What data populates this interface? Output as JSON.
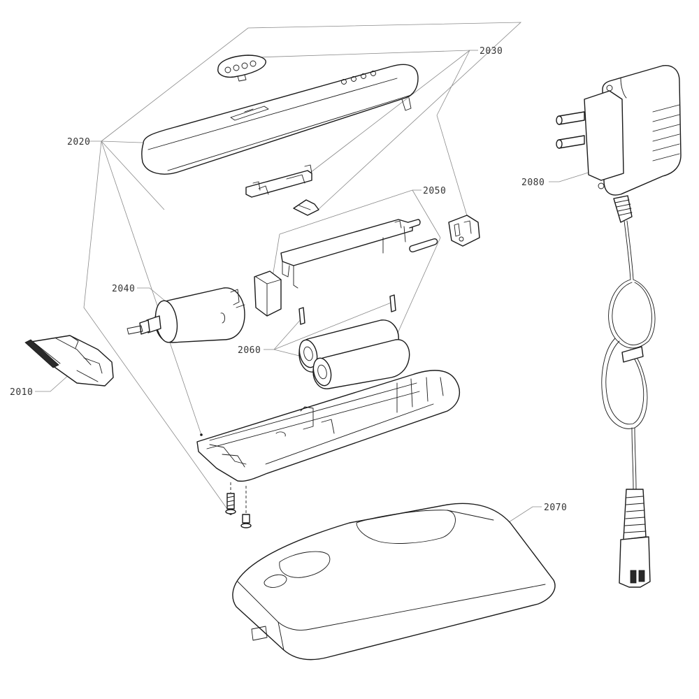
{
  "callouts": [
    {
      "id": "2010",
      "label": "2010"
    },
    {
      "id": "2020",
      "label": "2020"
    },
    {
      "id": "2030",
      "label": "2030"
    },
    {
      "id": "2040",
      "label": "2040"
    },
    {
      "id": "2050",
      "label": "2050"
    },
    {
      "id": "2060",
      "label": "2060"
    },
    {
      "id": "2070",
      "label": "2070"
    },
    {
      "id": "2080",
      "label": "2080"
    }
  ],
  "colors": {
    "line": "#1a1a1a",
    "leader": "#8a8a8a",
    "label": "#333333",
    "background": "#ffffff"
  }
}
